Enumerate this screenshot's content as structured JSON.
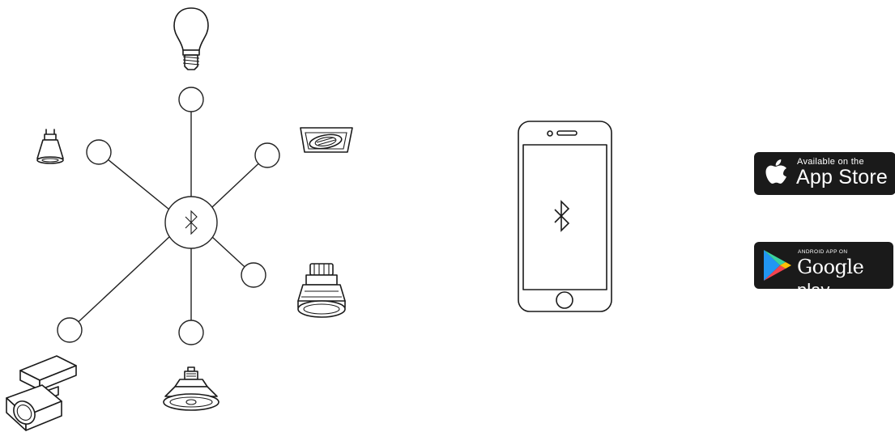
{
  "diagram": {
    "hub": {
      "icon": "bluetooth-icon"
    },
    "lamps": [
      {
        "name": "a19-bulb-icon"
      },
      {
        "name": "gu10-spotlight-icon"
      },
      {
        "name": "square-downlight-icon"
      },
      {
        "name": "recessed-downlight-icon"
      },
      {
        "name": "ar111-lamp-icon"
      },
      {
        "name": "surface-spotlight-icon"
      }
    ]
  },
  "phone": {
    "screen_icon": "bluetooth-icon"
  },
  "store_badges": {
    "app_store": {
      "small_text": "Available on the",
      "big_text": "App Store",
      "icon": "apple-logo-icon"
    },
    "google_play": {
      "small_text": "ANDROID APP ON",
      "big_text_google": "Google",
      "big_text_play": "play",
      "icon": "play-triangle-icon"
    }
  },
  "colors": {
    "stroke": "#222222",
    "badge_background": "#1a1a1a",
    "play_green": "#3ad29f",
    "play_blue": "#2196f3",
    "play_red": "#f4434e",
    "play_yellow": "#ffc107"
  }
}
